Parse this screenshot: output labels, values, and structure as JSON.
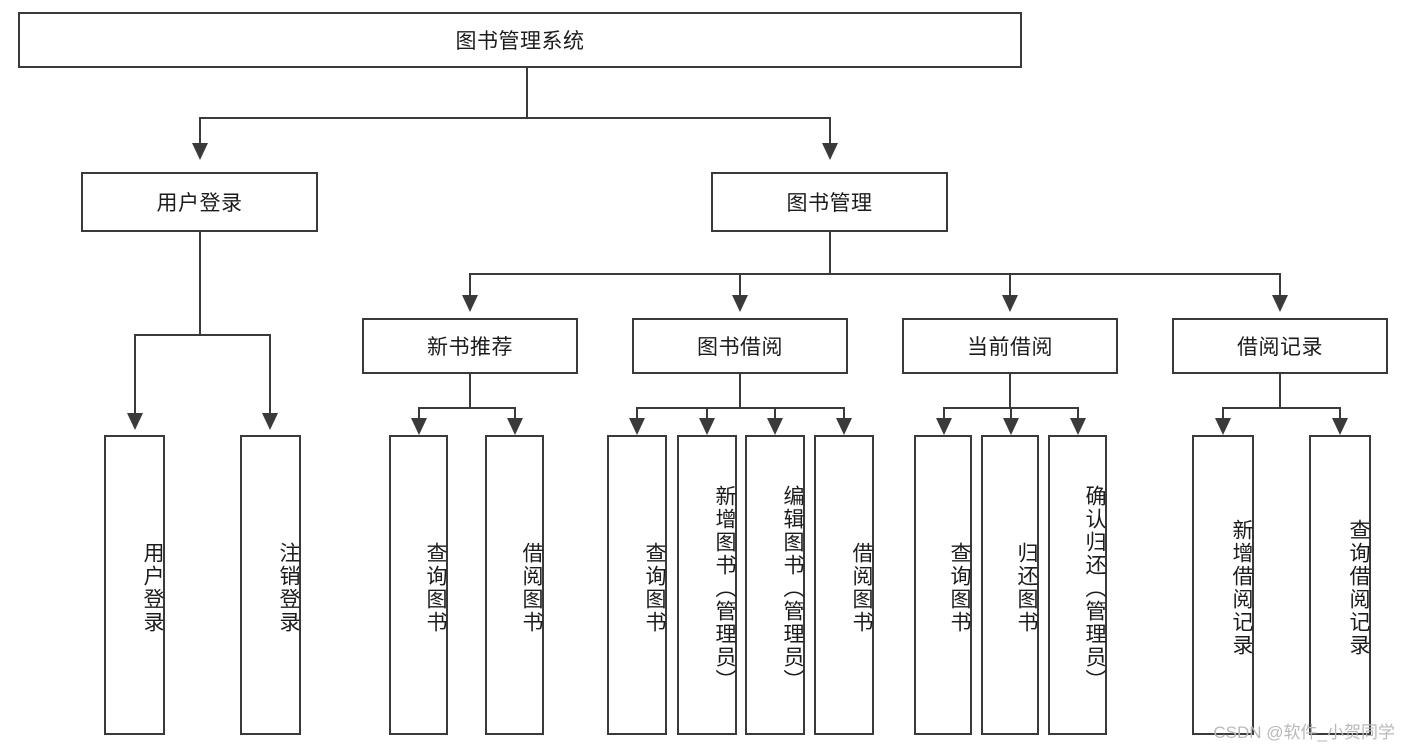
{
  "diagram": {
    "title": "图书管理系统",
    "watermark": "CSDN @软件_小贺同学",
    "root": {
      "label": "图书管理系统"
    },
    "level2": [
      {
        "label": "用户登录"
      },
      {
        "label": "图书管理"
      }
    ],
    "level3": [
      {
        "label": "新书推荐"
      },
      {
        "label": "图书借阅"
      },
      {
        "label": "当前借阅"
      },
      {
        "label": "借阅记录"
      }
    ],
    "leaves": {
      "user_login": [
        {
          "label": "用户登录"
        },
        {
          "label": "注销登录"
        }
      ],
      "new_book_recommend": [
        {
          "label": "查询图书"
        },
        {
          "label": "借阅图书"
        }
      ],
      "book_borrow": [
        {
          "label": "查询图书"
        },
        {
          "label": "新增图书（管理员）"
        },
        {
          "label": "编辑图书（管理员）"
        },
        {
          "label": "借阅图书"
        }
      ],
      "current_borrow": [
        {
          "label": "查询图书"
        },
        {
          "label": "归还图书"
        },
        {
          "label": "确认归还（管理员）"
        }
      ],
      "borrow_record": [
        {
          "label": "新增借阅记录"
        },
        {
          "label": "查询借阅记录"
        }
      ]
    }
  },
  "colors": {
    "stroke": "#3a3a3a",
    "text": "#1c1c1c",
    "background": "#ffffff",
    "watermark": "#b9b9b9"
  }
}
